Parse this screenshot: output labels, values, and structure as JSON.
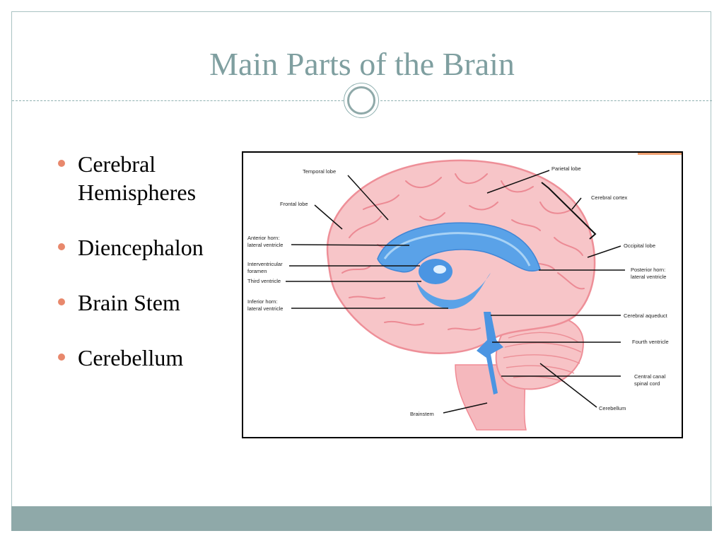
{
  "slide": {
    "title": "Main Parts of the Brain",
    "bullets": [
      "Cerebral Hemispheres",
      "Diencephalon",
      "Brain Stem",
      "Cerebellum"
    ],
    "bullet_color": "#e8886c",
    "accent_color": "#8fa9a9",
    "title_color": "#7f9fa0"
  },
  "diagram": {
    "labels": {
      "temporal_lobe": "Temporal lobe",
      "parietal_lobe": "Parietal lobe",
      "frontal_lobe": "Frontal lobe",
      "cerebral_cortex": "Cerebral cortex",
      "anterior_horn_1": "Anterior horn:",
      "anterior_horn_2": "lateral ventricle",
      "occipital_lobe": "Occipital lobe",
      "interventricular_1": "Interventricular",
      "interventricular_2": "foramen",
      "posterior_horn_1": "Posterior horn:",
      "posterior_horn_2": "lateral ventricle",
      "third_ventricle": "Third ventricle",
      "inferior_horn_1": "Inferior horn:",
      "inferior_horn_2": "lateral ventricle",
      "cerebral_aqueduct": "Cerebral aqueduct",
      "fourth_ventricle": "Fourth ventricle",
      "central_canal_1": "Central canal",
      "central_canal_2": "spinal cord",
      "brainstem": "Brainstem",
      "cerebellum": "Cerebellum"
    }
  }
}
